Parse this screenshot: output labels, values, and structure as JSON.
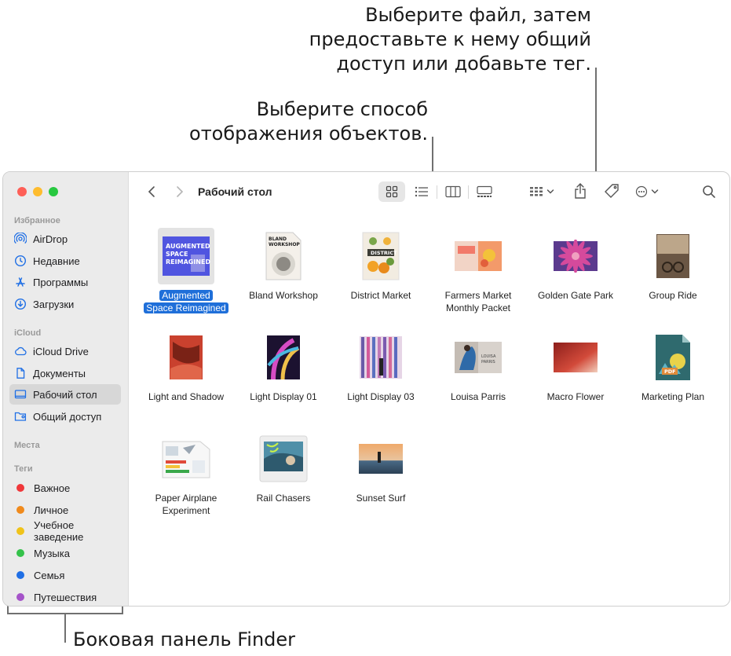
{
  "callouts": {
    "share": [
      "Выберите файл, затем",
      "предоставьте к нему общий",
      "доступ или добавьте тег."
    ],
    "view": [
      "Выберите способ",
      "отображения объектов."
    ],
    "sidebar": "Боковая панель Finder"
  },
  "window": {
    "title": "Рабочий стол"
  },
  "sidebar": {
    "favorites_title": "Избранное",
    "favorites": [
      {
        "label": "AirDrop",
        "icon": "airdrop-icon"
      },
      {
        "label": "Недавние",
        "icon": "clock-icon"
      },
      {
        "label": "Программы",
        "icon": "apps-icon"
      },
      {
        "label": "Загрузки",
        "icon": "download-icon"
      }
    ],
    "icloud_title": "iCloud",
    "icloud": [
      {
        "label": "iCloud Drive",
        "icon": "cloud-icon"
      },
      {
        "label": "Документы",
        "icon": "document-icon"
      },
      {
        "label": "Рабочий стол",
        "icon": "desktop-icon"
      },
      {
        "label": "Общий доступ",
        "icon": "shared-folder-icon"
      }
    ],
    "places_title": "Места",
    "tags_title": "Теги",
    "tags": [
      {
        "label": "Важное",
        "color": "#f0373a"
      },
      {
        "label": "Личное",
        "color": "#f08a1c"
      },
      {
        "label": "Учебное заведение",
        "color": "#f0c31a"
      },
      {
        "label": "Музыка",
        "color": "#34c24a"
      },
      {
        "label": "Семья",
        "color": "#1f6fe5"
      },
      {
        "label": "Путешествия",
        "color": "#a553c9"
      }
    ]
  },
  "files": [
    {
      "name": "Augmented Space Reimagined",
      "lines": [
        "Augmented",
        "Space Reimagined"
      ],
      "selected": true
    },
    {
      "name": "Bland Workshop",
      "lines": [
        "Bland Workshop"
      ]
    },
    {
      "name": "District Market",
      "lines": [
        "District Market"
      ]
    },
    {
      "name": "Farmers Market Monthly Packet",
      "lines": [
        "Farmers Market",
        "Monthly Packet"
      ]
    },
    {
      "name": "Golden Gate Park",
      "lines": [
        "Golden Gate Park"
      ]
    },
    {
      "name": "Group Ride",
      "lines": [
        "Group Ride"
      ]
    },
    {
      "name": "Light and Shadow",
      "lines": [
        "Light and Shadow"
      ]
    },
    {
      "name": "Light Display 01",
      "lines": [
        "Light Display 01"
      ]
    },
    {
      "name": "Light Display 03",
      "lines": [
        "Light Display 03"
      ]
    },
    {
      "name": "Louisa Parris",
      "lines": [
        "Louisa Parris"
      ]
    },
    {
      "name": "Macro Flower",
      "lines": [
        "Macro Flower"
      ]
    },
    {
      "name": "Marketing Plan",
      "lines": [
        "Marketing Plan"
      ]
    },
    {
      "name": "Paper Airplane Experiment",
      "lines": [
        "Paper Airplane",
        "Experiment"
      ]
    },
    {
      "name": "Rail Chasers",
      "lines": [
        "Rail Chasers"
      ]
    },
    {
      "name": "Sunset Surf",
      "lines": [
        "Sunset Surf"
      ]
    }
  ],
  "thumb_text": {
    "augmented": "AUGMENTED SPACE REIMAGINED",
    "bland": "BLAND WORKSHOP",
    "district": "DISTRICT",
    "louisa": "LOUISA PARRIS",
    "marketing": "PDF"
  }
}
